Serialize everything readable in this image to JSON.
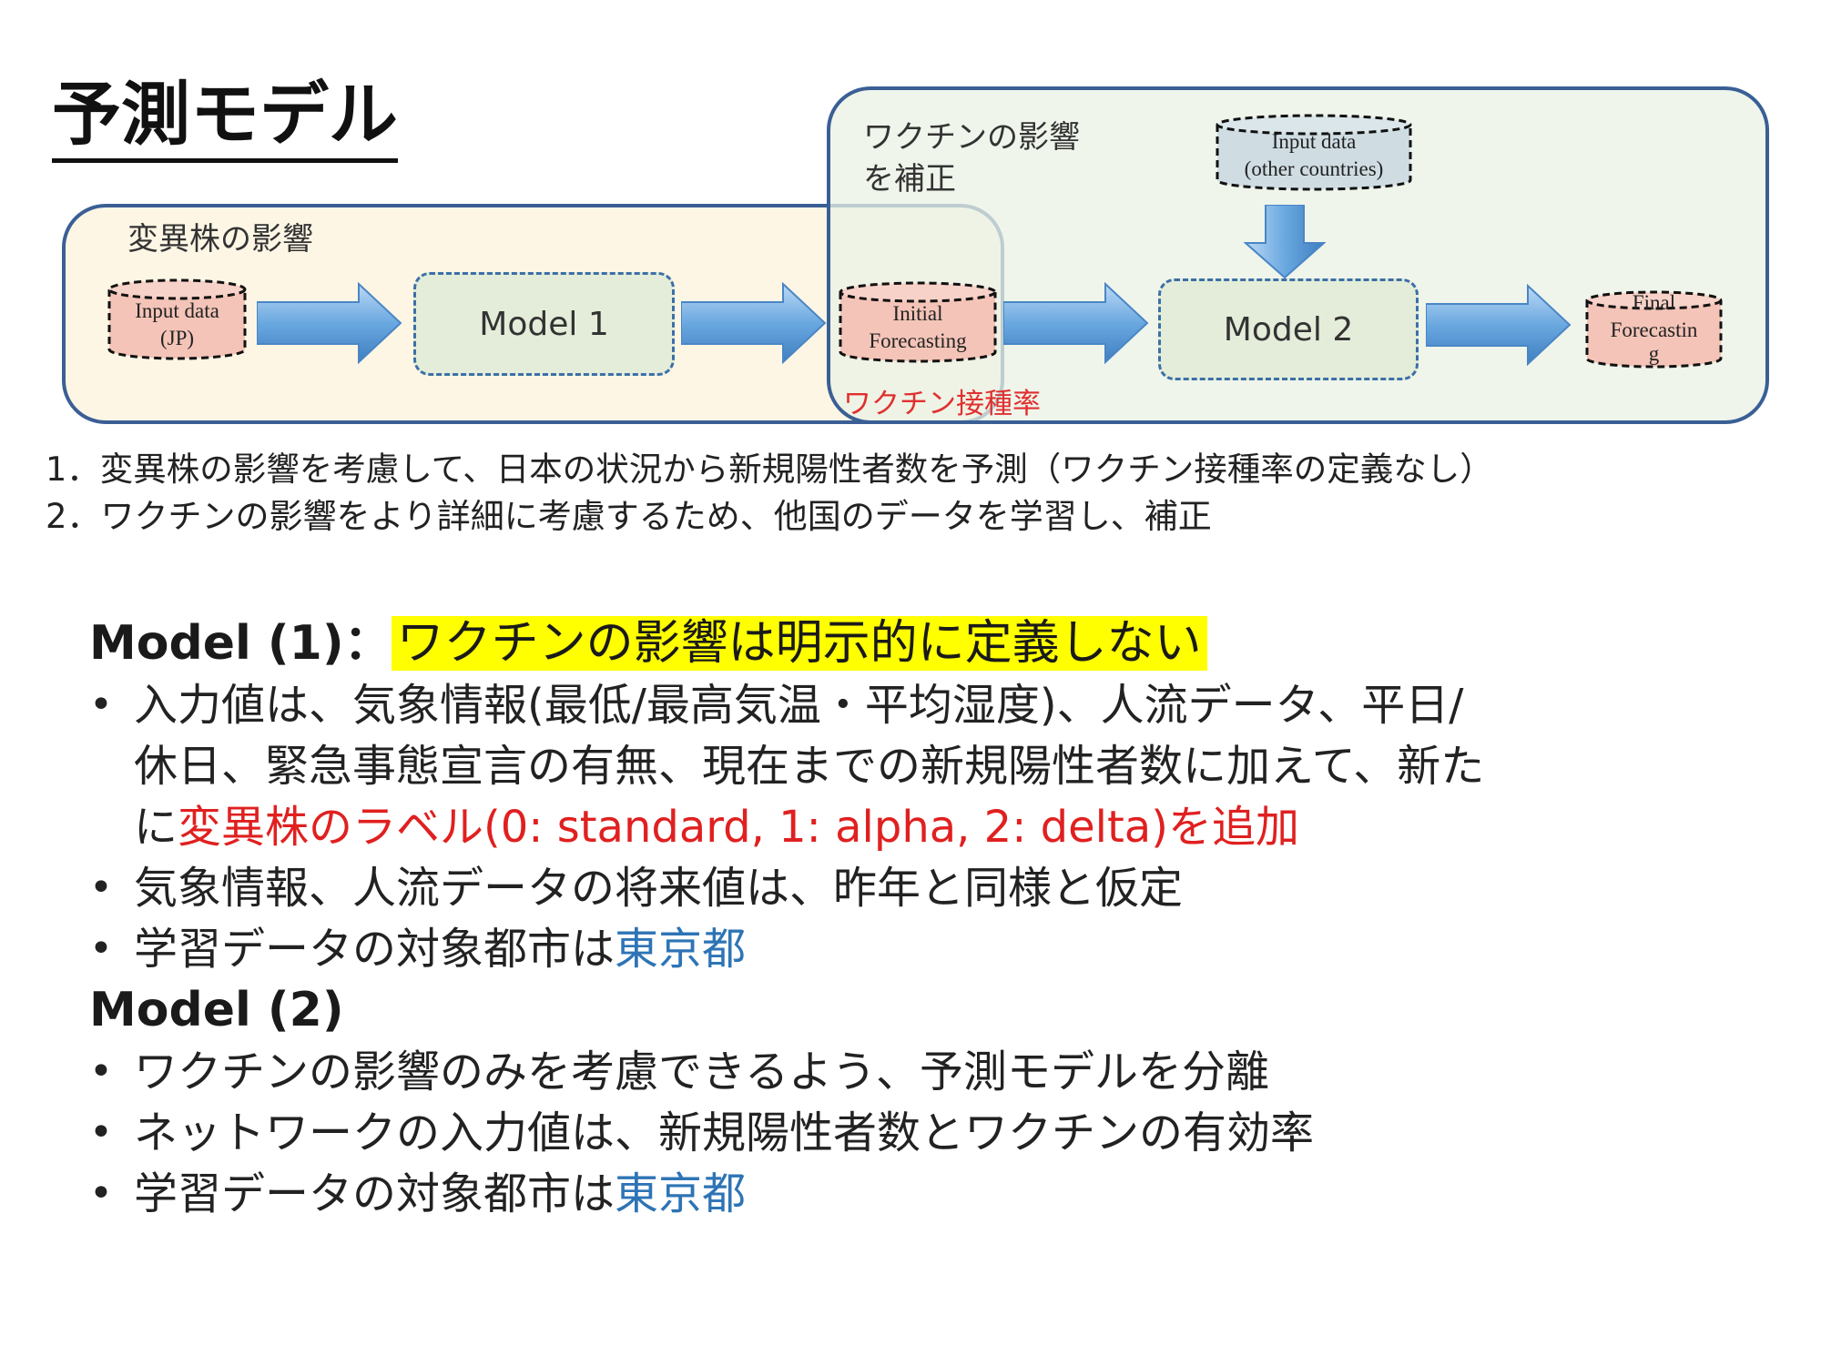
{
  "title": "予測モデル",
  "diagram": {
    "group_variant_label": "変異株の影響",
    "group_vaccine_label_line1": "ワクチンの影響",
    "group_vaccine_label_line2": "を補正",
    "input_jp_line1": "Input data",
    "input_jp_line2": "(JP)",
    "model1": "Model 1",
    "initial_line1": "Initial",
    "initial_line2": "Forecasting",
    "vaccine_rate": "ワクチン接種率",
    "input_other_line1": "Input data",
    "input_other_line2": "(other countries)",
    "model2": "Model 2",
    "final_line1": "Final",
    "final_line2": "Forecastin",
    "final_line3": "g"
  },
  "steps": {
    "step1": "1．変異株の影響を考慮して、日本の状況から新規陽性者数を予測（ワクチン接種率の定義なし）",
    "step2": "2．ワクチンの影響をより詳細に考慮するため、他国のデータを学習し、補正"
  },
  "model1": {
    "heading": "Model (1)：",
    "heading_highlight": "ワクチンの影響は明示的に定義しない",
    "b1_line1": "入力値は、気象情報(最低/最高気温・平均湿度)、人流データ、平日/",
    "b1_line2": "休日、緊急事態宣言の有無、現在までの新規陽性者数に加えて、新た",
    "b1_line3_prefix": "に",
    "b1_line3_red": "変異株のラベル(0: standard, 1: alpha, 2: delta)を追加",
    "b2": "気象情報、人流データの将来値は、昨年と同様と仮定",
    "b3_prefix": "学習データの対象都市は",
    "b3_blue": "東京都"
  },
  "model2": {
    "heading": "Model (2)",
    "b1": "ワクチンの影響のみを考慮できるよう、予測モデルを分離",
    "b2": "ネットワークの入力値は、新規陽性者数とワクチンの有効率",
    "b3_prefix": "学習データの対象都市は",
    "b3_blue": "東京都"
  },
  "bullet": "•",
  "colors": {
    "group_border": "#3a5f95",
    "model_fill": "#e4edd9",
    "cyl_red_fill": "#f4c4b8",
    "cyl_blue_fill": "#cfdde3",
    "arrow_blue": "#5b9bd5",
    "highlight": "#ffff00",
    "accent_red": "#e02020",
    "accent_blue": "#2e74b5"
  }
}
